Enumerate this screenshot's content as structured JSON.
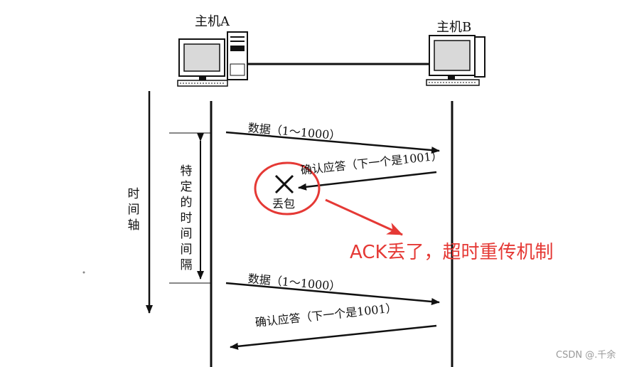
{
  "hosts": {
    "a_label": "主机A",
    "b_label": "主机B",
    "icon": "desktop-computer-icon"
  },
  "time_axis": {
    "label": "时间轴"
  },
  "interval": {
    "label": "特定的时间间隔"
  },
  "messages": [
    {
      "label": "数据（1～1000）",
      "direction": "A-to-B"
    },
    {
      "label": "确认应答（下一个是1001）",
      "direction": "B-to-A",
      "lost": true
    },
    {
      "label": "数据（1～1000）",
      "direction": "A-to-B"
    },
    {
      "label": "确认应答（下一个是1001）",
      "direction": "B-to-A"
    }
  ],
  "loss": {
    "label": "丢包",
    "icon": "cross-icon"
  },
  "annotation": {
    "text": "ACK丢了，超时重传机制",
    "color": "#e53935"
  },
  "watermark": "CSDN @.千余"
}
